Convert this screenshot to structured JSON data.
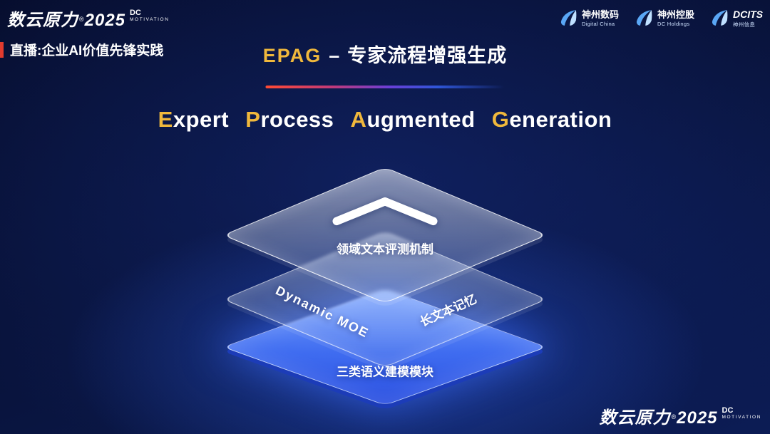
{
  "slide": {
    "brand_top": {
      "name": "数云原力",
      "reg": "®",
      "year": "2025",
      "dc": "DC",
      "motivation": "MOTIVATION"
    },
    "live_label": "直播:企业AI价值先锋实践",
    "logos": [
      {
        "name": "神州数码",
        "sub": "Digital China"
      },
      {
        "name": "神州控股",
        "sub": "DC Holdings"
      },
      {
        "name": "DCITS",
        "sub": "神州信息"
      }
    ],
    "title_cn": {
      "epag": "EPAG",
      "dash": "–",
      "text": "专家流程增强生成"
    },
    "title_en": {
      "w1f": "E",
      "w1r": "xpert",
      "w2f": "P",
      "w2r": "rocess",
      "w3f": "A",
      "w3r": "ugmented",
      "w4f": "G",
      "w4r": "eneration"
    },
    "layers": {
      "top_label": "领域文本评测机制",
      "mid_label_left": "Dynamic MOE",
      "mid_label_right": "长文本记忆",
      "bottom_label": "三类语义建模模块"
    },
    "brand_bottom": {
      "name": "数云原力",
      "reg": "®",
      "year": "2025",
      "dc": "DC",
      "motivation": "MOTIVATION"
    }
  },
  "icons": {
    "chevron_up": "^",
    "brand_swoosh": "◗"
  },
  "colors": {
    "gold": "#f0b83c",
    "red": "#e23b2e",
    "layer_blue": "#3f6cf0"
  }
}
